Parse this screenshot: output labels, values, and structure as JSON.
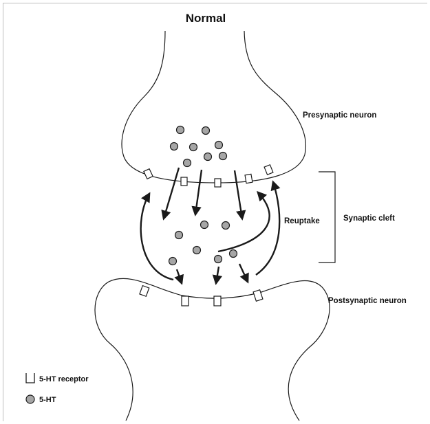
{
  "title": "Normal",
  "labels": {
    "presynaptic": "Presynaptic neuron",
    "synaptic_cleft": "Synaptic cleft",
    "reuptake": "Reuptake",
    "postsynaptic": "Postsynaptic neuron"
  },
  "legend": [
    {
      "symbol": "receptor",
      "label": "5-HT receptor"
    },
    {
      "symbol": "molecule",
      "label": "5-HT"
    }
  ],
  "colors": {
    "line": "#1a1a1a",
    "molecule_fill": "#a6a6a6",
    "frame": "#bdbdbd"
  }
}
